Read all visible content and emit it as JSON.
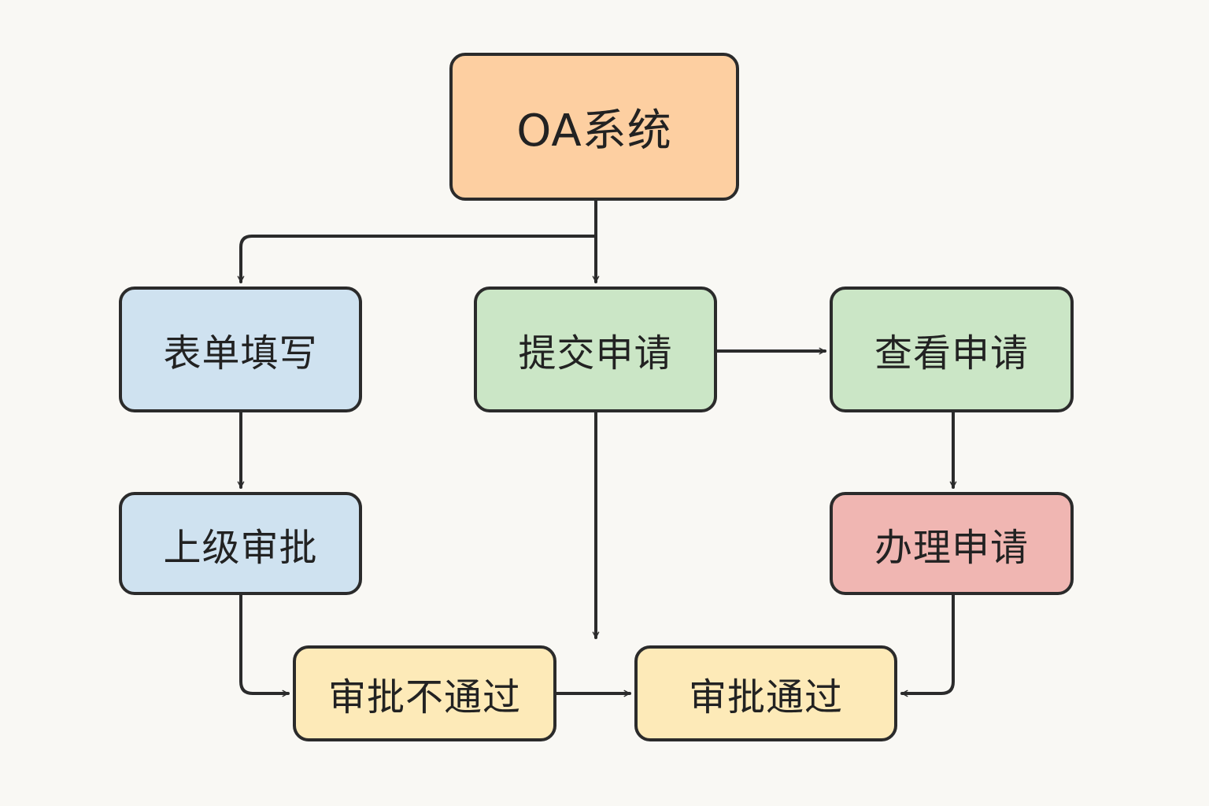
{
  "colors": {
    "background": "#f9f8f4",
    "stroke": "#2b2b2b",
    "orange": "#fdcfa1",
    "blue": "#cfe2f0",
    "green": "#cbe6c6",
    "red": "#f0b6b2",
    "yellow": "#fdeab8"
  },
  "nodes": {
    "oa": {
      "label": "OA系统",
      "fill": "orange"
    },
    "form": {
      "label": "表单填写",
      "fill": "blue"
    },
    "submit": {
      "label": "提交申请",
      "fill": "green"
    },
    "view": {
      "label": "查看申请",
      "fill": "green"
    },
    "superior": {
      "label": "上级审批",
      "fill": "blue"
    },
    "handle": {
      "label": "办理申请",
      "fill": "red"
    },
    "reject": {
      "label": "审批不通过",
      "fill": "yellow"
    },
    "approve": {
      "label": "审批通过",
      "fill": "yellow"
    }
  },
  "edges": [
    {
      "from": "oa",
      "to": "form"
    },
    {
      "from": "oa",
      "to": "submit"
    },
    {
      "from": "submit",
      "to": "view"
    },
    {
      "from": "form",
      "to": "superior"
    },
    {
      "from": "view",
      "to": "handle"
    },
    {
      "from": "submit",
      "to": "approve"
    },
    {
      "from": "superior",
      "to": "reject"
    },
    {
      "from": "reject",
      "to": "approve"
    },
    {
      "from": "handle",
      "to": "approve"
    }
  ]
}
